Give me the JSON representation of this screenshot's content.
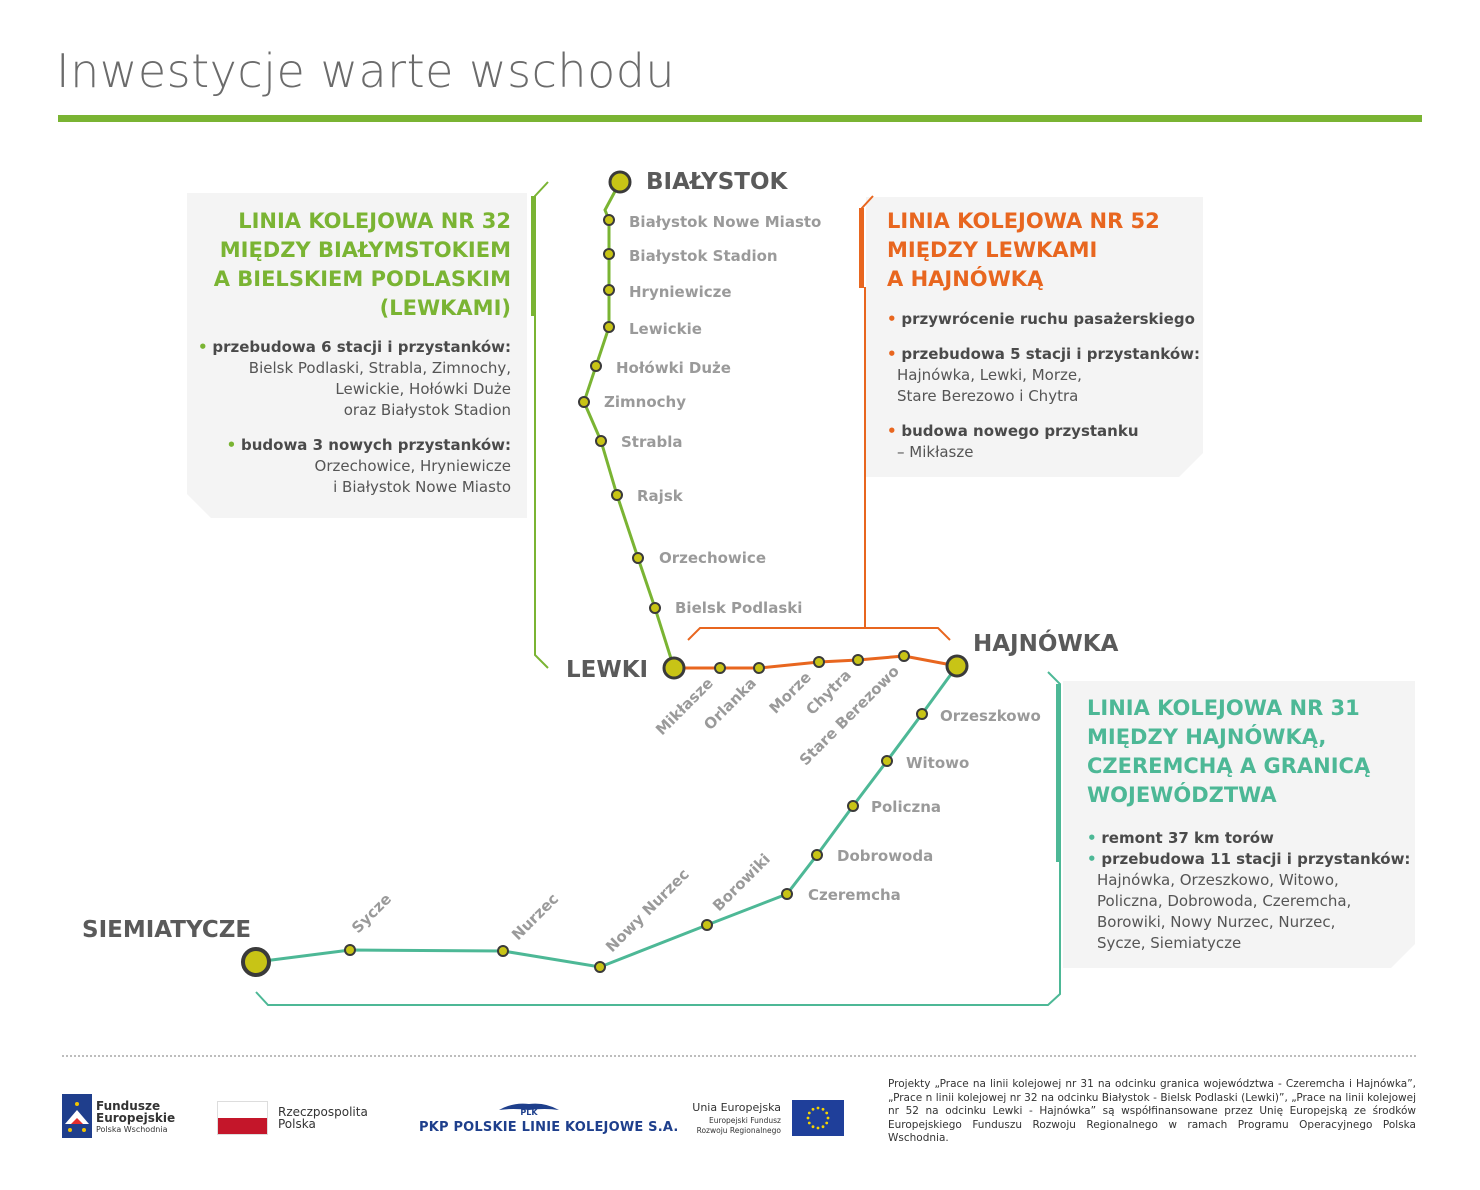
{
  "title": "Inwestycje warte wschodu",
  "panel_32": {
    "heading": [
      "LINIA KOLEJOWA NR 32",
      "MIĘDZY BIAŁYMSTOKIEM",
      "A BIELSKIEM PODLASKIM",
      "(LEWKAMI)"
    ],
    "item1_head": "przebudowa 6 stacji i przystanków:",
    "item1_body": [
      "Bielsk Podlaski, Strabla, Zimnochy,",
      "Lewickie, Hołówki Duże",
      "oraz Białystok Stadion"
    ],
    "item2_head": "budowa 3 nowych przystanków:",
    "item2_body": [
      "Orzechowice, Hryniewicze",
      "i Białystok Nowe Miasto"
    ]
  },
  "panel_52": {
    "heading": [
      "LINIA KOLEJOWA NR 52",
      "MIĘDZY LEWKAMI",
      "A HAJNÓWKĄ"
    ],
    "item1_head": "przywrócenie ruchu pasażerskiego",
    "item2_head": "przebudowa 5 stacji i przystanków:",
    "item2_body": [
      "Hajnówka, Lewki, Morze,",
      "Stare Berezowo i Chytra"
    ],
    "item3_head": "budowa nowego przystanku",
    "item3_body": [
      "– Mikłasze"
    ]
  },
  "panel_31": {
    "heading": [
      "LINIA KOLEJOWA NR 31",
      "MIĘDZY HAJNÓWKĄ,",
      "CZEREMCHĄ A GRANICĄ",
      "WOJEWÓDZTWA"
    ],
    "item1_head": "remont 37 km torów",
    "item2_head": "przebudowa 11 stacji i przystanków:",
    "item2_body": [
      "Hajnówka, Orzeszkowo, Witowo,",
      "Policzna, Dobrowoda, Czeremcha,",
      "Borowiki, Nowy Nurzec, Nurzec,",
      "Sycze, Siemiatycze"
    ]
  },
  "colors": {
    "green": "#7ab433",
    "orange": "#e8661f",
    "teal": "#4db896",
    "station_fill": "#c8c416",
    "station_stroke": "#3a3a3a"
  },
  "hubs": {
    "bialystok": "BIAŁYSTOK",
    "lewki": "LEWKI",
    "hajnowka": "HAJNÓWKA",
    "siemiatycze": "SIEMIATYCZE"
  },
  "line32_stations": [
    "Białystok Nowe Miasto",
    "Białystok Stadion",
    "Hryniewicze",
    "Lewickie",
    "Hołówki Duże",
    "Zimnochy",
    "Strabla",
    "Rajsk",
    "Orzechowice",
    "Bielsk Podlaski"
  ],
  "line52_stations": [
    "Mikłasze",
    "Orlanka",
    "Morze",
    "Chytra",
    "Stare Berezowo"
  ],
  "line31_stations_right": [
    "Orzeszkowo",
    "Witowo",
    "Policzna",
    "Dobrowoda",
    "Czeremcha"
  ],
  "line31_stations_rotated": [
    "Borowiki",
    "Nowy Nurzec",
    "Nurzec",
    "Sycze"
  ],
  "footer": {
    "fe_line1": "Fundusze",
    "fe_line2": "Europejskie",
    "fe_line3": "Polska Wschodnia",
    "rp_line1": "Rzeczpospolita",
    "rp_line2": "Polska",
    "plk": "PKP POLSKIE LINIE KOLEJOWE S.A.",
    "plk_mark": "PLK",
    "ue_line1": "Unia Europejska",
    "ue_line2": "Europejski Fundusz",
    "ue_line3": "Rozwoju Regionalnego",
    "note": "Projekty „Prace na linii kolejowej nr 31 na odcinku granica województwa - Czeremcha i Hajnówka”, „Prace n linii kolejowej nr 32 na odcinku Białystok - Bielsk Podlaski (Lewki)”, „Prace na linii kolejowej nr 52 na odcinku Lewki - Hajnówka” są współfinansowane przez Unię Europejską ze środków Europejskiego Funduszu Rozwoju Regionalnego w ramach Programu Operacyjnego Polska Wschodnia."
  }
}
